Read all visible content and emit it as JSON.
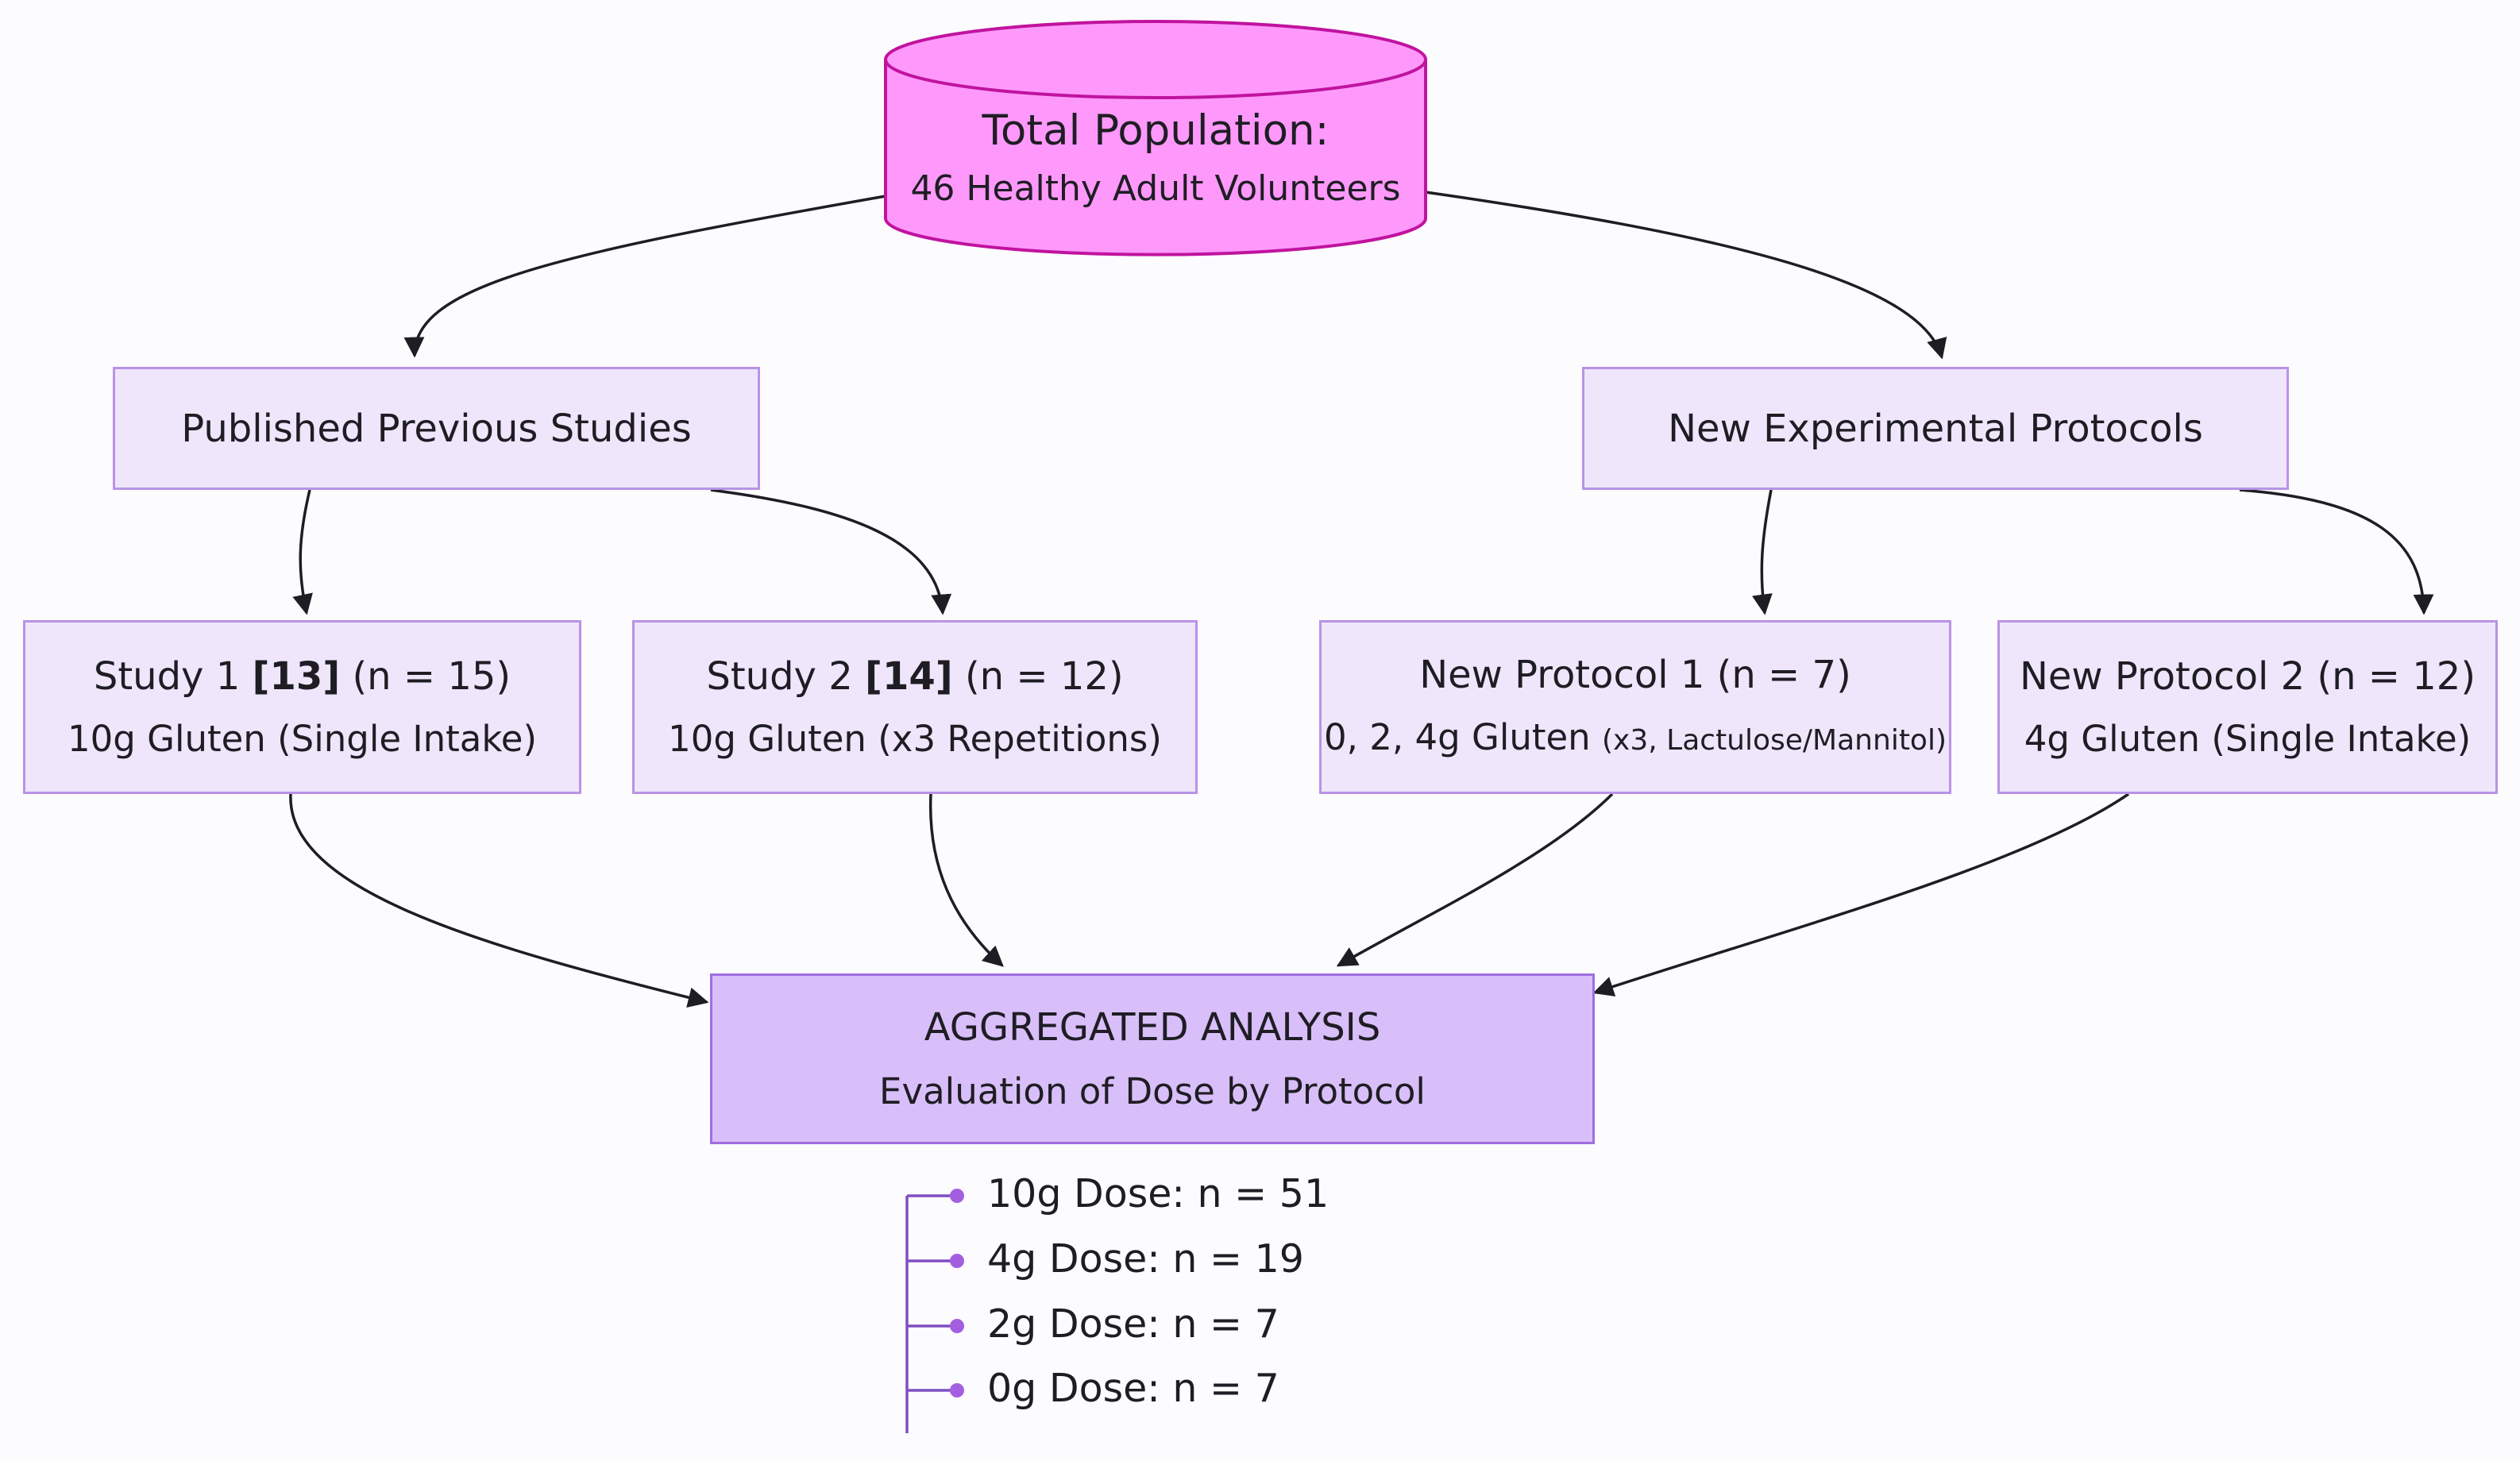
{
  "population": {
    "title": "Total Population:",
    "subtitle": "46 Healthy Adult Volunteers"
  },
  "groups": {
    "previous": "Published Previous Studies",
    "new": "New Experimental Protocols"
  },
  "studies": [
    {
      "name": "Study 1",
      "ref": "[13]",
      "n": "(n = 15)",
      "detail": "10g Gluten (Single Intake)"
    },
    {
      "name": "Study 2",
      "ref": "[14]",
      "n": "(n = 12)",
      "detail": "10g Gluten (x3 Repetitions)"
    },
    {
      "name": "New Protocol 1 (n = 7)",
      "detail_main": "0, 2, 4g Gluten",
      "detail_small": "(x3, Lactulose/Mannitol)"
    },
    {
      "name": "New Protocol 2 (n = 12)",
      "detail": "4g Gluten (Single Intake)"
    }
  ],
  "analysis": {
    "title": "AGGREGATED ANALYSIS",
    "subtitle": "Evaluation of Dose by Protocol"
  },
  "doses": [
    "10g Dose: n = 51",
    "4g Dose: n = 19",
    "2g Dose: n = 7",
    "0g Dose: n = 7"
  ],
  "colors": {
    "cylinder_fill": "#fe99fb",
    "cylinder_stroke": "#c0139f",
    "box_fill": "#efe6fb",
    "box_stroke": "#b993e6",
    "analysis_fill": "#d9bff9",
    "analysis_stroke": "#a06ee0",
    "dose_dot": "#a35fe0",
    "edge": "#1f1d24"
  }
}
